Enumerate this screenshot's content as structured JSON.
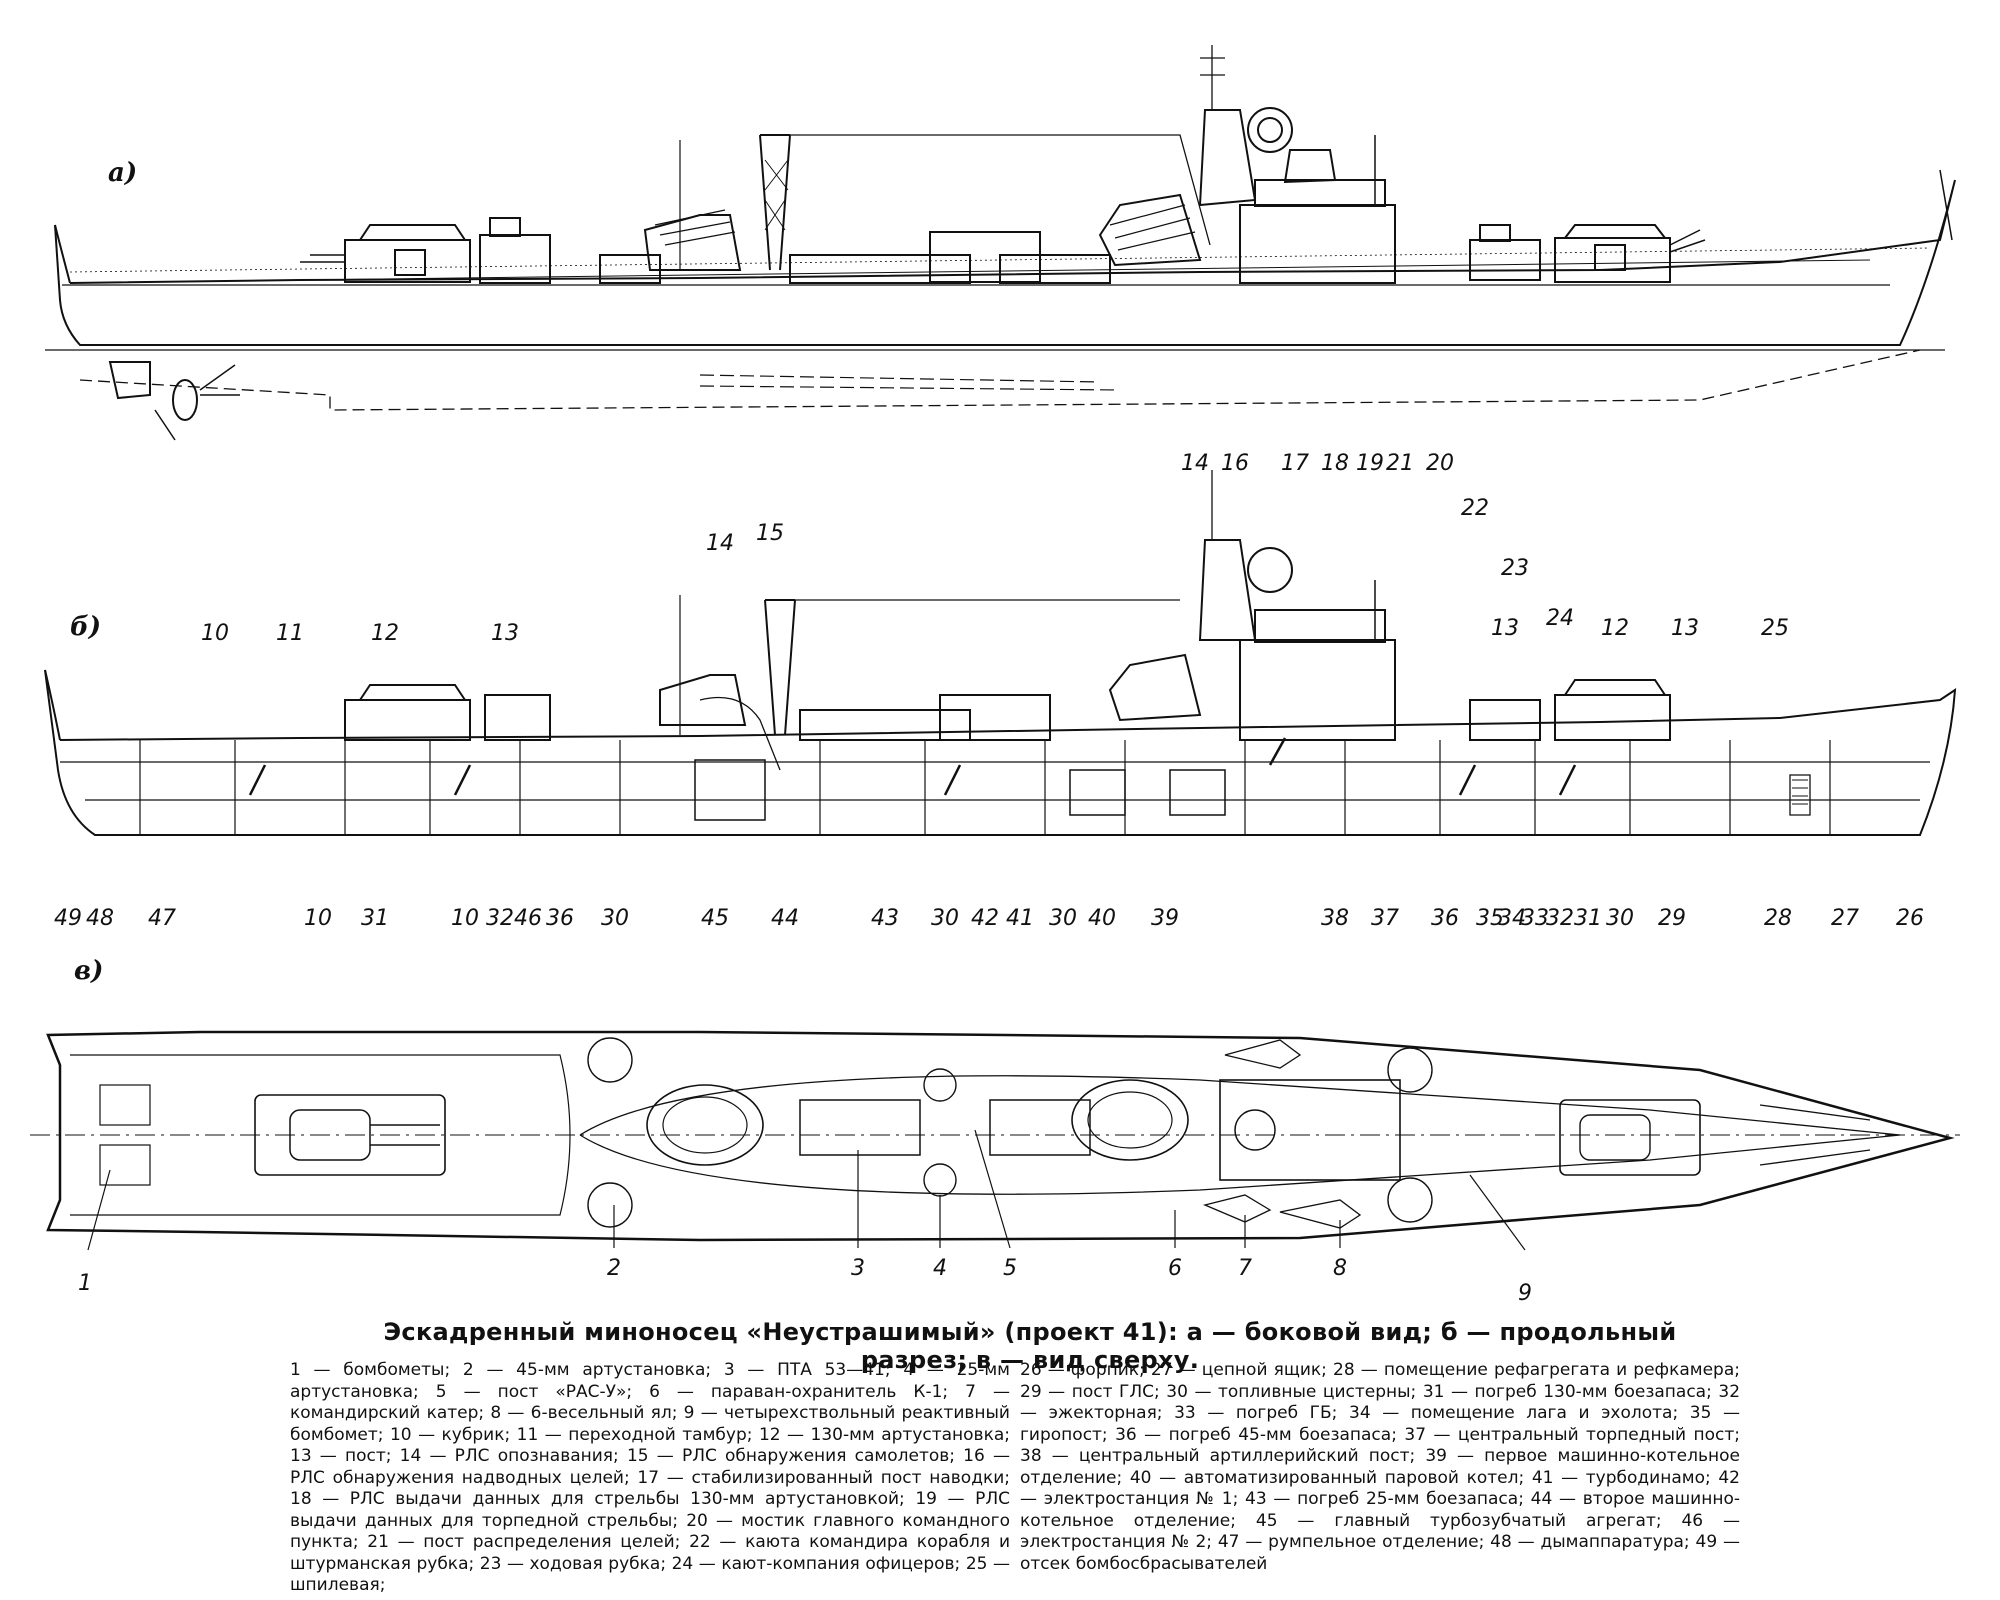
{
  "panels": {
    "a": "а)",
    "b": "б)",
    "v": "в)"
  },
  "caption": "Эскадренный миноносец «Неустрашимый» (проект 41): а — боковой вид; б — продольный разрез; в — вид сверху.",
  "legend": [
    "1 — бомбометы;",
    "2 — 45-мм артустановка;",
    "3 — ПТА 53—41;",
    "4 — 25-мм артустановка;",
    "5 — пост «РАС-У»;",
    "6 — параван-охранитель К-1;",
    "7 — командирский катер;",
    "8 — 6-весельный ял;",
    "9 — четырехствольный реактивный бомбомет;",
    "10 — кубрик;",
    "11 — переходной тамбур;",
    "12 — 130-мм артустановка;",
    "13 — пост;",
    "14 — РЛС опознавания;",
    "15 — РЛС обнаружения самолетов;",
    "16 — РЛС обнаружения надводных целей;",
    "17 — стабилизированный пост наводки;",
    "18 — РЛС выдачи данных для стрельбы 130-мм артустановкой;",
    "19 — РЛС выдачи данных для торпедной стрельбы;",
    "20 — мостик главного командного пункта;",
    "21 — пост распределения целей;",
    "22 — каюта командира корабля и штурманская рубка;",
    "23 — ходовая рубка;",
    "24 — кают-компания офицеров;",
    "25 — шпилевая;",
    "26 — форпик;",
    "27 — цепной ящик;",
    "28 — помещение рефагрегата и рефкамера;",
    "29 — пост ГЛС;",
    "30 — топливные цистерны;",
    "31 — погреб 130-мм боезапаса;",
    "32 — эжекторная;",
    "33 — погреб ГБ;",
    "34 — помещение лага и эхолота;",
    "35 — гиропост;",
    "36 — погреб 45-мм боезапаса;",
    "37 — центральный торпедный пост;",
    "38 — центральный артиллерийский пост;",
    "39 — первое машинно-котельное отделение;",
    "40 — автоматизированный паровой котел;",
    "41 — турбодинамо;",
    "42 — электростанция № 1;",
    "43 — погреб 25-мм боезапаса;",
    "44 — второе машинно-котельное отделение;",
    "45 — главный турбозубчатый агрегат;",
    "46 — электростанция № 2;",
    "47 — румпельное отделение;",
    "48 — дымаппаратура;",
    "49 — отсек бомбосбрасывателей"
  ],
  "section_callouts_top": [
    "14",
    "15",
    "14",
    "16",
    "17",
    "18",
    "19",
    "21",
    "20",
    "22",
    "23",
    "24",
    "13",
    "12",
    "13",
    "25",
    "10",
    "11",
    "12",
    "13"
  ],
  "section_callouts_bottom": [
    "49",
    "48",
    "47",
    "10",
    "31",
    "10",
    "32",
    "46",
    "36",
    "30",
    "45",
    "44",
    "43",
    "30",
    "42",
    "41",
    "30",
    "40",
    "39",
    "38",
    "37",
    "36",
    "35",
    "34",
    "33",
    "32",
    "31",
    "30",
    "29",
    "28",
    "27",
    "26"
  ],
  "plan_callouts": [
    "1",
    "2",
    "3",
    "4",
    "5",
    "6",
    "7",
    "8",
    "9"
  ]
}
